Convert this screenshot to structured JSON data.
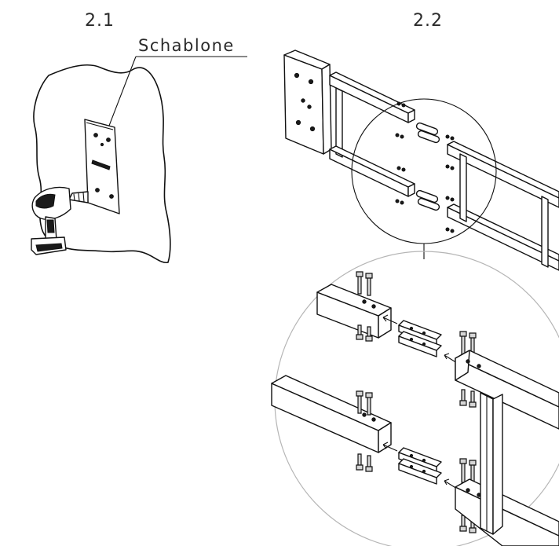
{
  "labels": {
    "step_1": "2.1",
    "step_2": "2.2",
    "template": "Schablone"
  },
  "colors": {
    "ink": "#111111",
    "background": "#ffffff",
    "zoom_circle": "#b5b5b5"
  }
}
